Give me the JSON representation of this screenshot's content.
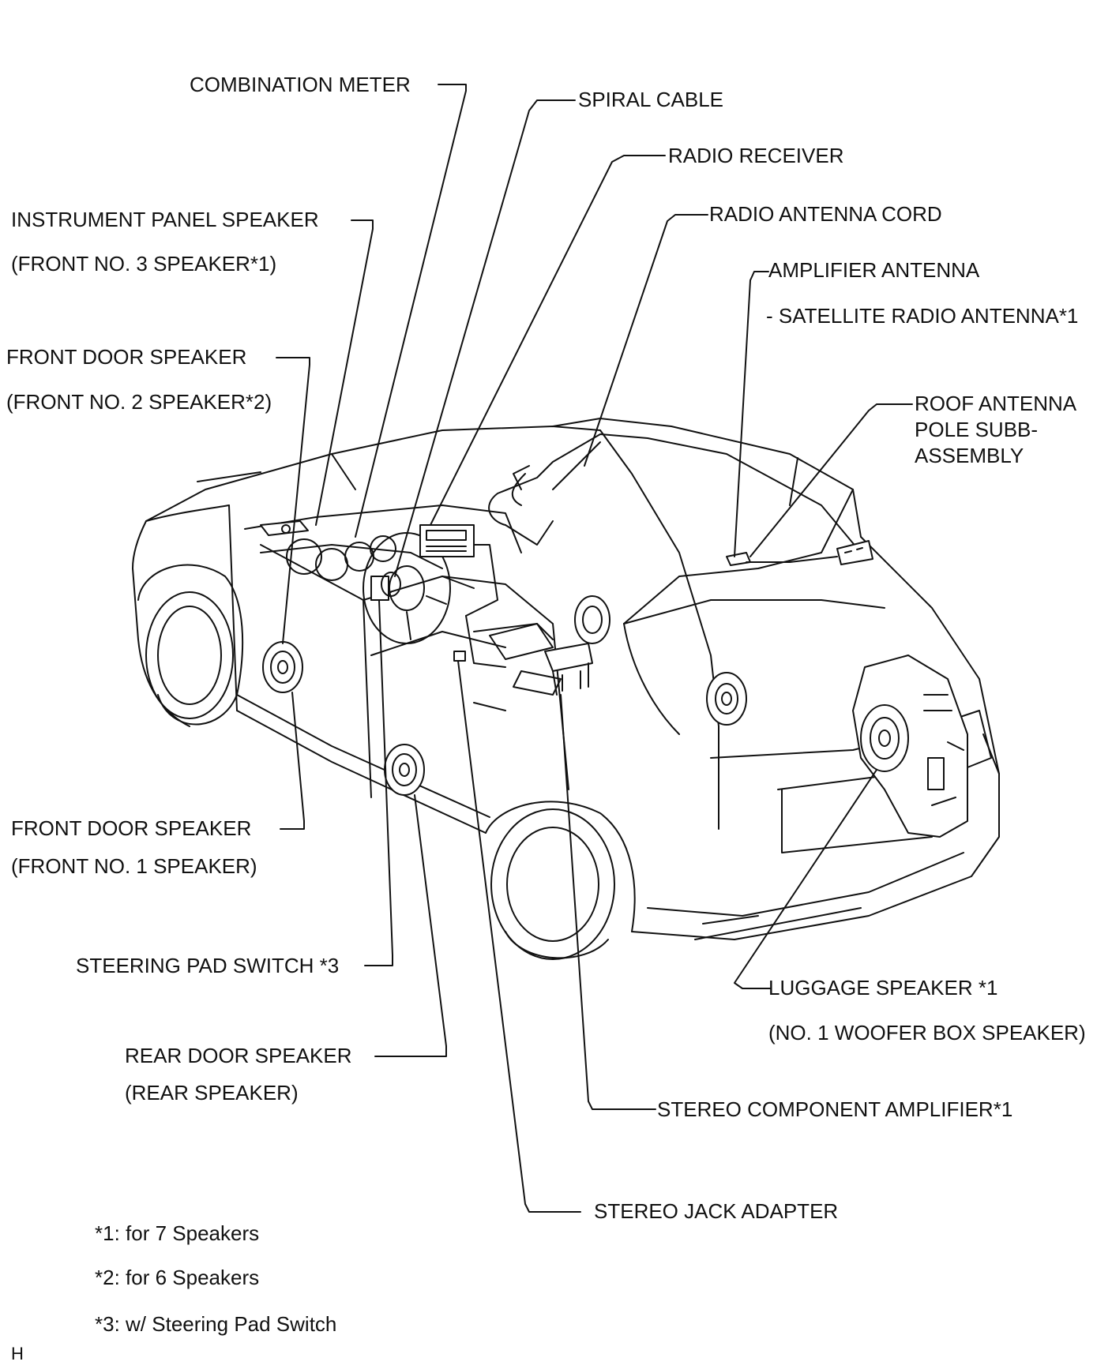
{
  "labels": {
    "combination_meter": "COMBINATION METER",
    "spiral_cable": "SPIRAL CABLE",
    "radio_receiver": "RADIO RECEIVER",
    "radio_antenna_cord": "RADIO ANTENNA CORD",
    "instrument_panel_speaker": "INSTRUMENT PANEL SPEAKER",
    "front_no3_speaker": "(FRONT NO. 3 SPEAKER*1)",
    "amplifier_antenna": "AMPLIFIER ANTENNA",
    "satellite_radio_antenna": "- SATELLITE RADIO ANTENNA*1",
    "front_door_speaker_upper": "FRONT DOOR SPEAKER",
    "front_no2_speaker": "(FRONT NO. 2 SPEAKER*2)",
    "roof_antenna_line1": "ROOF ANTENNA",
    "roof_antenna_line2": "POLE SUBB-",
    "roof_antenna_line3": "ASSEMBLY",
    "front_door_speaker_lower": "FRONT DOOR SPEAKER",
    "front_no1_speaker": "(FRONT NO. 1 SPEAKER)",
    "steering_pad_switch": "STEERING PAD SWITCH *3",
    "luggage_speaker": "LUGGAGE SPEAKER *1",
    "woofer_box_speaker": "(NO. 1 WOOFER BOX SPEAKER)",
    "rear_door_speaker": "REAR DOOR SPEAKER",
    "rear_speaker": "(REAR SPEAKER)",
    "stereo_component_amplifier": "STEREO COMPONENT AMPLIFIER*1",
    "stereo_jack_adapter": "STEREO JACK ADAPTER"
  },
  "notes": {
    "note1": "*1: for 7 Speakers",
    "note2": "*2: for 6 Speakers",
    "note3": "*3: w/ Steering Pad Switch"
  },
  "figure_code": "H"
}
